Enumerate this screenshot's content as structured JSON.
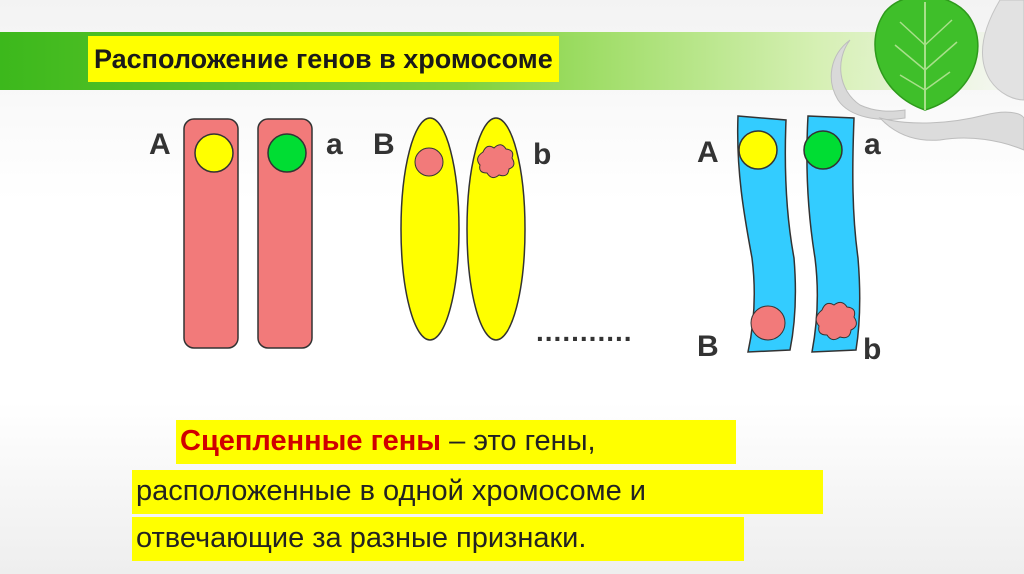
{
  "title": "Расположение генов в хромосоме",
  "labels": {
    "pair1_left": "A",
    "pair1_right": "a",
    "pair2_left": "B",
    "pair2_right": "b",
    "pair3_top_left": "A",
    "pair3_top_right": "a",
    "pair3_bottom_left": "B",
    "pair3_bottom_right": "b"
  },
  "ellipsis": "...........",
  "definition": {
    "term": "Сцепленные гены",
    "line1_rest": " – это гены,",
    "line2": "расположенные в одной хромосоме и",
    "line3": "отвечающие за разные признаки."
  },
  "colors": {
    "highlight": "#ffff00",
    "chromosome_pink": "#f27a7a",
    "chromosome_yellow": "#ffff00",
    "chromosome_blue": "#33ccff",
    "allele_yellow": "#ffff00",
    "allele_green": "#00dd33",
    "allele_pink": "#f27a7a",
    "term_red": "#d00000",
    "band_green": "#3cb81c"
  },
  "decoration": {
    "corner_image": "leaf-in-hands"
  }
}
